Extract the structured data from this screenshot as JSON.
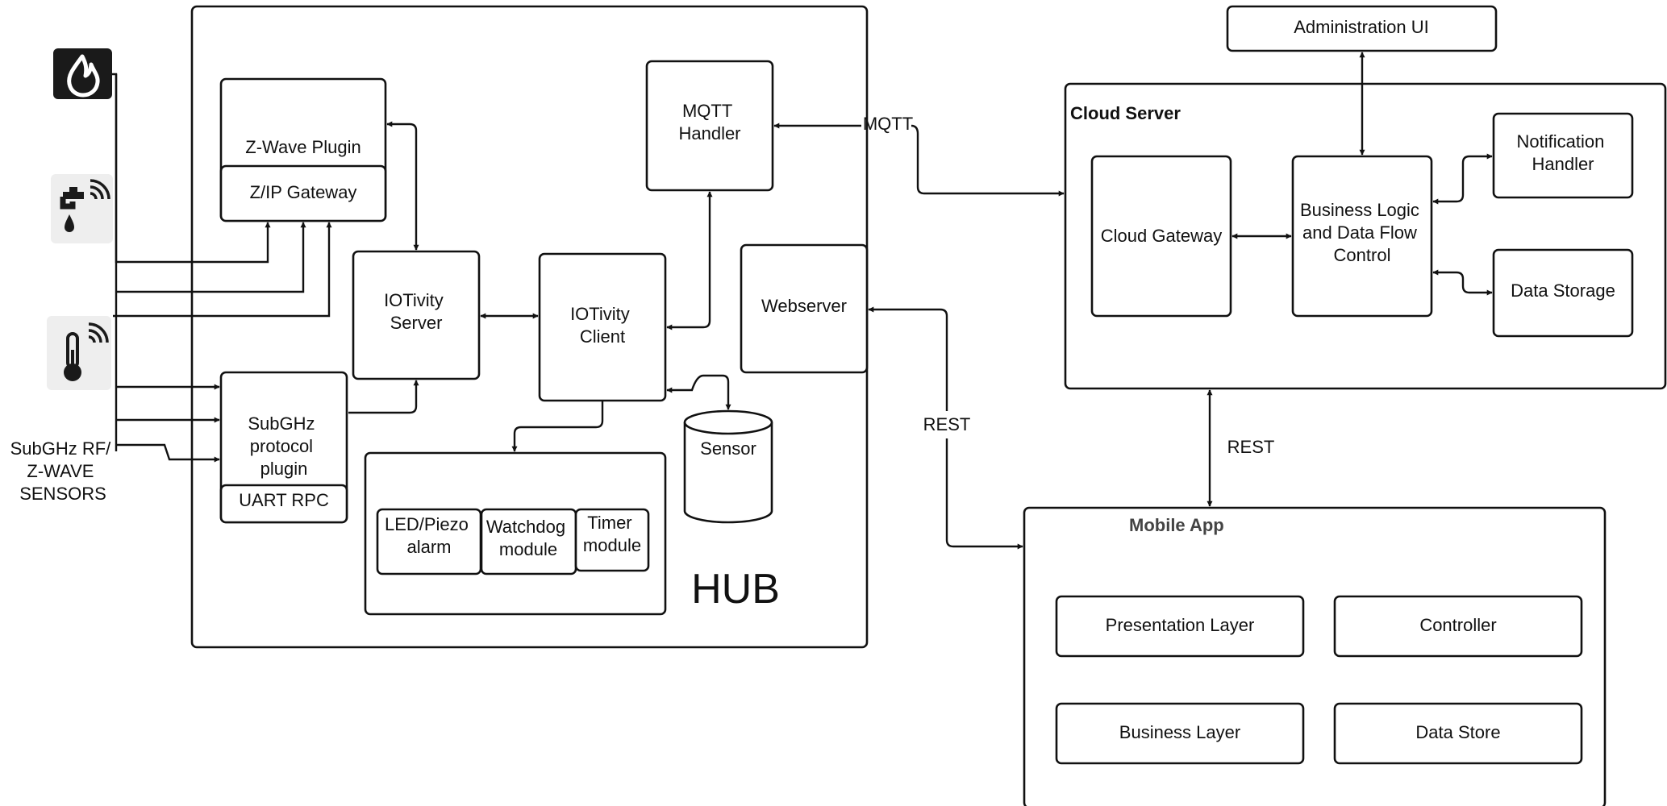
{
  "hub": {
    "title": "HUB",
    "zwave_plugin": "Z-Wave Plugin",
    "zip_gateway": "Z/IP Gateway",
    "mqtt_handler": [
      "MQTT",
      "Handler"
    ],
    "iotivity_server": [
      "IOTivity",
      "Server"
    ],
    "iotivity_client": [
      "IOTivity",
      "Client"
    ],
    "webserver": "Webserver",
    "subghz_plugin": [
      "SubGHz",
      "protocol",
      "plugin"
    ],
    "uart_rpc": "UART RPC",
    "sensor_db": "Sensor",
    "led_alarm": [
      "LED/Piezo",
      "alarm"
    ],
    "watchdog": [
      "Watchdog",
      "module"
    ],
    "timer": [
      "Timer",
      "module"
    ]
  },
  "sensors": {
    "label": [
      "SubGHz RF/",
      "Z-WAVE",
      "SENSORS"
    ],
    "icons": [
      "fire-sensor-icon",
      "water-leak-sensor-icon",
      "temperature-sensor-icon"
    ]
  },
  "connections": {
    "mqtt": "MQTT",
    "rest_hub": "REST",
    "rest_cloud": "REST"
  },
  "admin_ui": "Administration UI",
  "cloud": {
    "title": "Cloud Server",
    "gateway": "Cloud Gateway",
    "business_logic": [
      "Business Logic",
      "and Data Flow",
      "Control"
    ],
    "notification": [
      "Notification",
      "Handler"
    ],
    "data_storage": "Data Storage"
  },
  "mobile": {
    "title": "Mobile App",
    "presentation": "Presentation Layer",
    "controller": "Controller",
    "business": "Business Layer",
    "data_store": "Data Store"
  },
  "colors": {
    "stroke": "#111111",
    "icon_dark": "#1a1a1a",
    "icon_bg": "#eeeeee",
    "mobile_title": "#444444"
  }
}
